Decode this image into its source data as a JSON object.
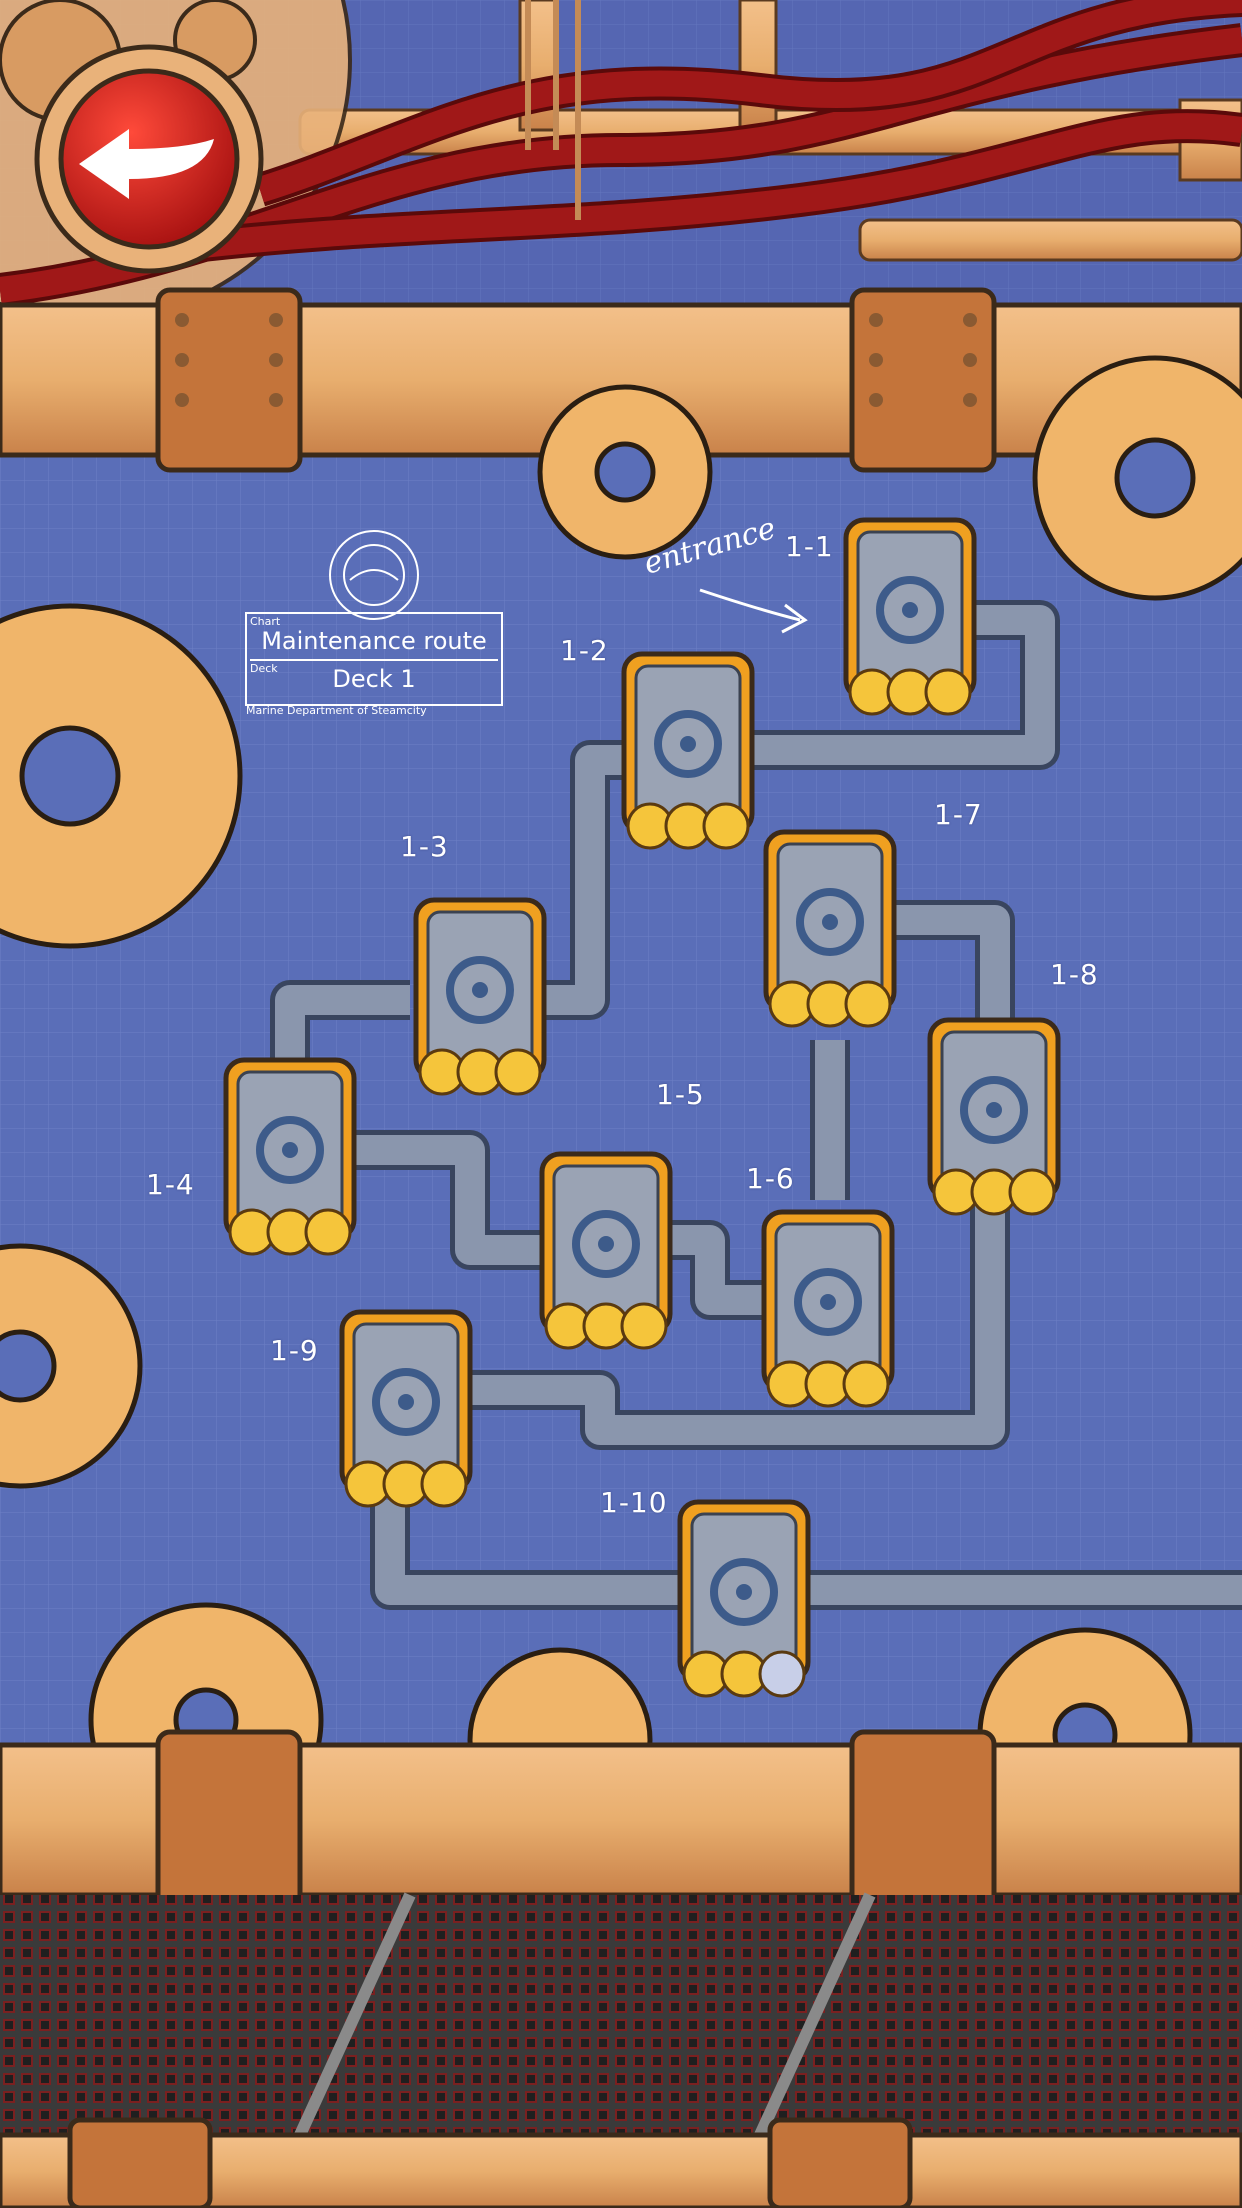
{
  "header": {
    "back_button_icon": "back-arrow-icon"
  },
  "chart_label": {
    "field1_caption": "Chart",
    "field1_value": "Maintenance route",
    "field2_caption": "Deck",
    "field2_value": "Deck 1",
    "seal_text": "Marine Department of Steamcity",
    "footer": "Marine Department of Steamcity"
  },
  "entrance_label": "entrance",
  "levels": [
    {
      "label": "1-1",
      "stars": 3
    },
    {
      "label": "1-2",
      "stars": 3
    },
    {
      "label": "1-3",
      "stars": 3
    },
    {
      "label": "1-4",
      "stars": 3
    },
    {
      "label": "1-5",
      "stars": 3
    },
    {
      "label": "1-6",
      "stars": 3
    },
    {
      "label": "1-7",
      "stars": 3
    },
    {
      "label": "1-8",
      "stars": 3
    },
    {
      "label": "1-9",
      "stars": 3
    },
    {
      "label": "1-10",
      "stars": 2
    }
  ],
  "colors": {
    "blueprint": "#5a6eb8",
    "pipe_copper": "#e8ae6e",
    "pipe_gray": "#8a96ad",
    "star_gold": "#f5c53b",
    "star_empty": "#c8cfe8",
    "door_frame": "#f0a020",
    "back_button": "#d42020"
  }
}
